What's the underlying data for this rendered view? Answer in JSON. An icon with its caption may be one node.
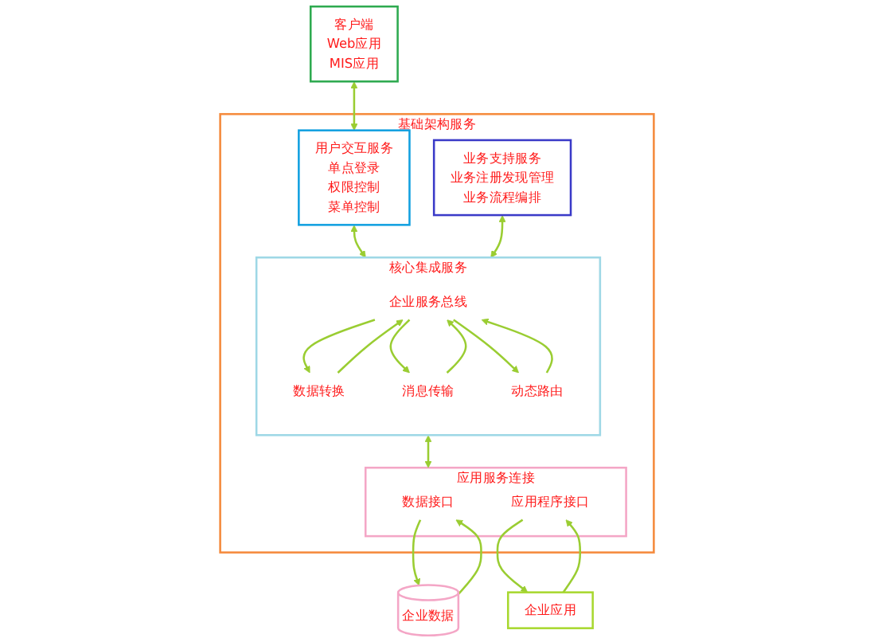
{
  "diagram": {
    "nodes": [
      {
        "text": [
          "基础架构服务"
        ]
      },
      {
        "text": [
          "客户端",
          "Web应用",
          "MIS应用"
        ]
      },
      {
        "text": [
          "用户交互服务",
          "单点登录",
          "权限控制",
          "菜单控制"
        ],
        "in": 0
      },
      {
        "text": [
          "业务支持服务",
          "业务注册发现管理",
          "业务流程编排"
        ],
        "in": 0
      },
      {
        "text": [
          "核心集成服务"
        ],
        "in": 0
      },
      {
        "text": [
          "企业服务总线"
        ],
        "in": 4
      },
      {
        "text": [
          "数据转换"
        ],
        "in": 4
      },
      {
        "text": [
          "消息传输"
        ],
        "in": 4
      },
      {
        "text": [
          "动态路由"
        ],
        "in": 4
      },
      {
        "text": [
          "应用服务连接"
        ],
        "in": 0
      },
      {
        "text": [
          "数据接口"
        ],
        "in": 9
      },
      {
        "text": [
          "应用程序接口"
        ],
        "in": 9
      },
      {
        "text": [
          "企业数据"
        ]
      },
      {
        "text": [
          "企业应用"
        ]
      }
    ],
    "edges": [
      {
        "from": 1,
        "to": 2,
        "arrow": "both"
      },
      {
        "from": 2,
        "to": 4,
        "arrow": "both"
      },
      {
        "from": 3,
        "to": 4,
        "arrow": "both"
      },
      {
        "from": 6,
        "to": 5,
        "arrow": "to"
      },
      {
        "from": 5,
        "to": 6,
        "arrow": "to"
      },
      {
        "from": 7,
        "to": 5,
        "arrow": "to"
      },
      {
        "from": 5,
        "to": 7,
        "arrow": "to"
      },
      {
        "from": 8,
        "to": 5,
        "arrow": "to"
      },
      {
        "from": 5,
        "to": 8,
        "arrow": "to"
      },
      {
        "from": 4,
        "to": 9,
        "arrow": "both"
      },
      {
        "from": 10,
        "to": 12,
        "arrow": "to"
      },
      {
        "from": 12,
        "to": 10,
        "arrow": "to"
      },
      {
        "from": 11,
        "to": 13,
        "arrow": "to"
      },
      {
        "from": 13,
        "to": 11,
        "arrow": "to"
      }
    ]
  }
}
